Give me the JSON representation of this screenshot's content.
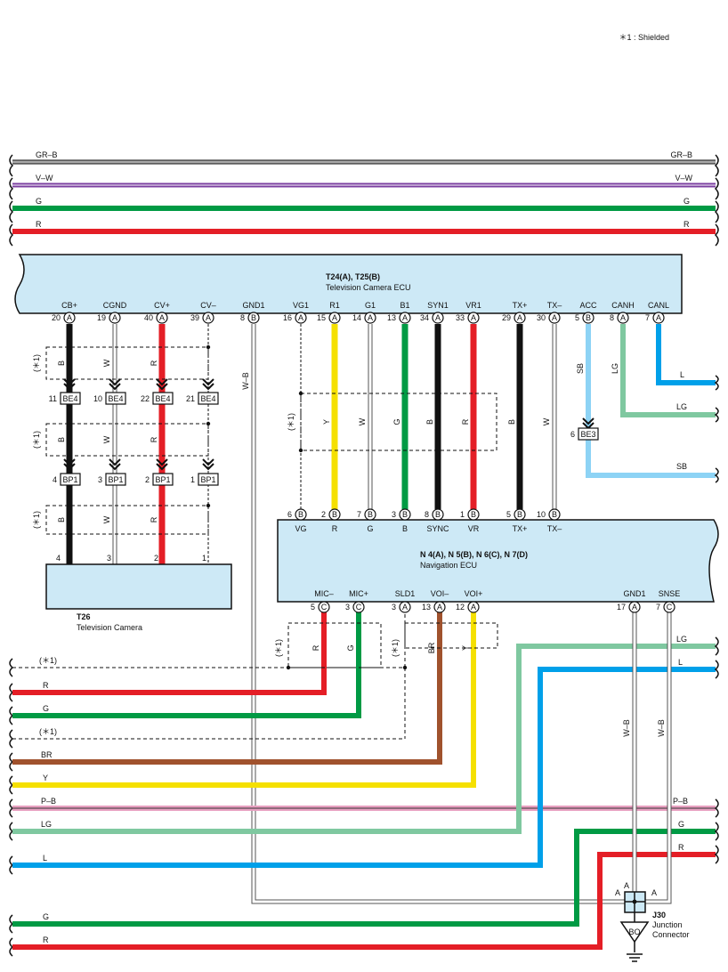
{
  "note": "＊1 : Shielded",
  "shield_label": "(＊1)",
  "top_wires": [
    {
      "label": "GR–B",
      "color": "#a9a9a9",
      "stripe": "#333333"
    },
    {
      "label": "V–W",
      "color": "#7b3fa0",
      "stripe": "#ffffff"
    },
    {
      "label": "G",
      "color": "#009a44",
      "stripe": ""
    },
    {
      "label": "R",
      "color": "#e41e26",
      "stripe": ""
    }
  ],
  "tv_ecu": {
    "name": "T24(A), T25(B)",
    "desc": "Television Camera ECU",
    "pins": [
      {
        "label": "CB+",
        "pin": "20",
        "conn": "A"
      },
      {
        "label": "CGND",
        "pin": "19",
        "conn": "A"
      },
      {
        "label": "CV+",
        "pin": "40",
        "conn": "A"
      },
      {
        "label": "CV–",
        "pin": "39",
        "conn": "A"
      },
      {
        "label": "GND1",
        "pin": "8",
        "conn": "B"
      },
      {
        "label": "VG1",
        "pin": "16",
        "conn": "A"
      },
      {
        "label": "R1",
        "pin": "15",
        "conn": "A"
      },
      {
        "label": "G1",
        "pin": "14",
        "conn": "A"
      },
      {
        "label": "B1",
        "pin": "13",
        "conn": "A"
      },
      {
        "label": "SYN1",
        "pin": "34",
        "conn": "A"
      },
      {
        "label": "VR1",
        "pin": "33",
        "conn": "A"
      },
      {
        "label": "TX+",
        "pin": "29",
        "conn": "A"
      },
      {
        "label": "TX–",
        "pin": "30",
        "conn": "A"
      },
      {
        "label": "ACC",
        "pin": "5",
        "conn": "B"
      },
      {
        "label": "CANH",
        "pin": "8",
        "conn": "A"
      },
      {
        "label": "CANL",
        "pin": "7",
        "conn": "A"
      }
    ]
  },
  "camera_wire_colors": [
    "B",
    "W",
    "R"
  ],
  "be4_pins": [
    "11",
    "10",
    "22",
    "21"
  ],
  "be4_name": "BE4",
  "bp1_pins": [
    "4",
    "3",
    "2",
    "1"
  ],
  "bp1_name": "BP1",
  "camera_pins": [
    "4",
    "3",
    "2",
    "1"
  ],
  "camera": {
    "name": "T26",
    "desc": "Television Camera"
  },
  "gnd_wire": "W–B",
  "video_wire_colors": [
    "Y",
    "W",
    "G",
    "B",
    "R",
    "B",
    "W"
  ],
  "acc_wire": "SB",
  "canh_wire": "LG",
  "be3": {
    "pin": "6",
    "name": "BE3"
  },
  "right_wires": [
    "L",
    "LG",
    "SB"
  ],
  "nav": {
    "name": "N 4(A), N 5(B), N 6(C), N 7(D)",
    "desc": "Navigation ECU",
    "top_pins": [
      {
        "label": "VG",
        "pin": "6",
        "conn": "B"
      },
      {
        "label": "R",
        "pin": "2",
        "conn": "B"
      },
      {
        "label": "G",
        "pin": "7",
        "conn": "B"
      },
      {
        "label": "B",
        "pin": "3",
        "conn": "B"
      },
      {
        "label": "SYNC",
        "pin": "8",
        "conn": "B"
      },
      {
        "label": "VR",
        "pin": "1",
        "conn": "B"
      },
      {
        "label": "TX+",
        "pin": "5",
        "conn": "B"
      },
      {
        "label": "TX–",
        "pin": "10",
        "conn": "B"
      }
    ],
    "bottom_pins": [
      {
        "label": "MIC–",
        "pin": "5",
        "conn": "C"
      },
      {
        "label": "MIC+",
        "pin": "3",
        "conn": "C"
      },
      {
        "label": "SLD1",
        "pin": "3",
        "conn": "A"
      },
      {
        "label": "VOI–",
        "pin": "13",
        "conn": "A"
      },
      {
        "label": "VOI+",
        "pin": "12",
        "conn": "A"
      },
      {
        "label": "GND1",
        "pin": "17",
        "conn": "A"
      },
      {
        "label": "SNSE",
        "pin": "7",
        "conn": "C"
      }
    ]
  },
  "mic_wire_colors": [
    "R",
    "G",
    "BR",
    "Y"
  ],
  "left_wires": [
    "R",
    "G",
    "BR",
    "Y",
    "P–B",
    "LG",
    "L",
    "G",
    "R"
  ],
  "right_lower_wires": [
    "LG",
    "L",
    "P–B",
    "G",
    "R"
  ],
  "nav_gnd_wire": "W–B",
  "junction": {
    "name": "J30",
    "desc1": "Junction",
    "desc2": "Connector",
    "pin": "A",
    "ground": "BO"
  }
}
